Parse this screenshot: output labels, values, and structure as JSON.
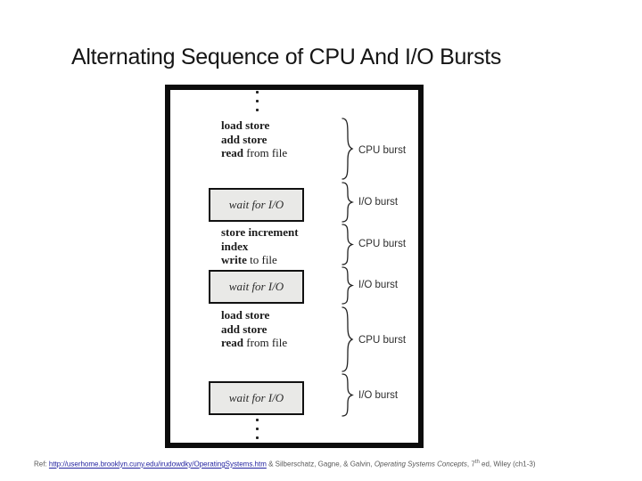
{
  "title": "Alternating Sequence of CPU And I/O Bursts",
  "colors": {
    "link": "#2323a0",
    "footer_text": "#595959",
    "wait_box_fill": "#e9e9e7",
    "frame_border": "#0c0c0c"
  },
  "diagram": {
    "code_blocks": [
      {
        "lines": [
          {
            "bold": "load store",
            "rest": ""
          },
          {
            "bold": "add store",
            "rest": ""
          },
          {
            "bold": "read",
            "rest": " from file"
          }
        ]
      },
      {
        "lines": [
          {
            "bold": "store increment",
            "rest": ""
          },
          {
            "bold": "index",
            "rest": ""
          },
          {
            "bold": "write",
            "rest": " to file"
          }
        ]
      },
      {
        "lines": [
          {
            "bold": "load store",
            "rest": ""
          },
          {
            "bold": "add store",
            "rest": ""
          },
          {
            "bold": "read",
            "rest": " from file"
          }
        ]
      }
    ],
    "wait_boxes": [
      "wait for I/O",
      "wait for I/O",
      "wait for I/O"
    ],
    "burst_labels": [
      "CPU burst",
      "I/O burst",
      "CPU burst",
      "I/O burst",
      "CPU burst",
      "I/O burst"
    ]
  },
  "footer": {
    "prefix": "Ref: ",
    "link": "http://userhome.brooklyn.cuny.edu/irudowdky/OperatingSystems.htm",
    "middle": " & Silberschatz, Gagne, & Galvin, ",
    "book": "Operating Systems Concepts",
    "after_book": ", 7",
    "sup": "th",
    "tail": " ed, Wiley (ch1-3)"
  }
}
